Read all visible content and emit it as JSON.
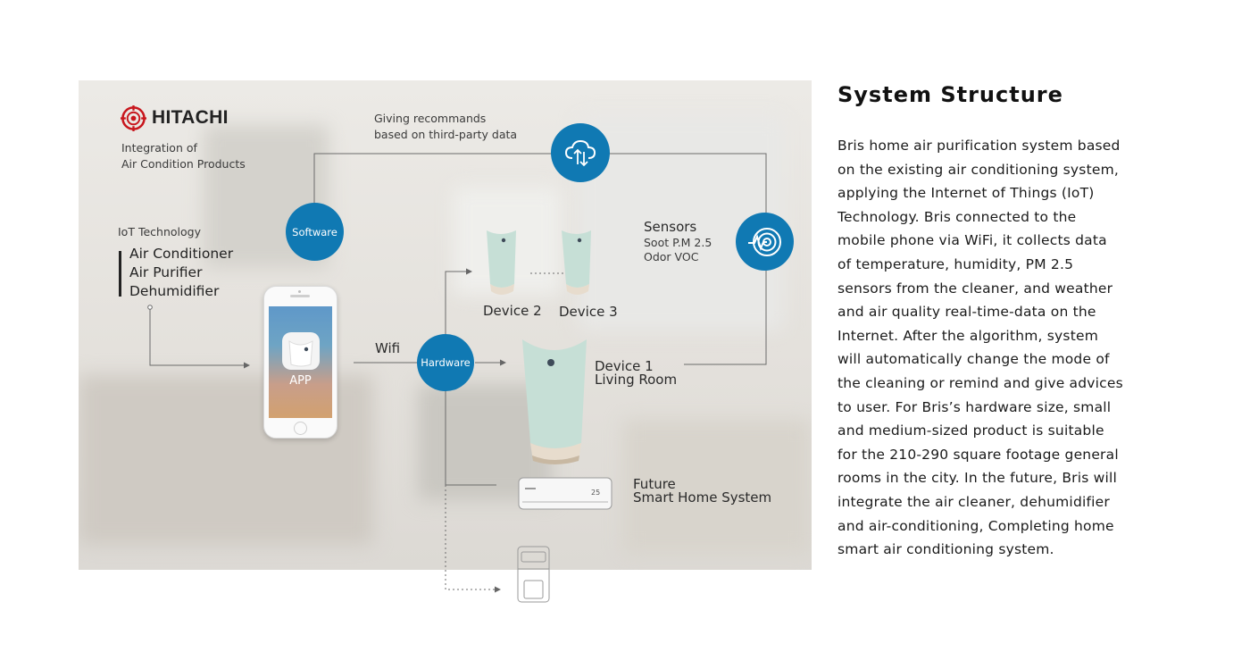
{
  "brand": {
    "name": "HITACHI"
  },
  "subtitle": {
    "line1": "Integration of",
    "line2": "Air Condition Products"
  },
  "iot": {
    "heading": "IoT Technology",
    "items": [
      "Air Conditioner",
      "Air Purifier",
      "Dehumidifier"
    ]
  },
  "cloud_note": {
    "line1": "Giving recommands",
    "line2": "based on third-party data"
  },
  "nodes": {
    "software": "Software",
    "hardware": "Hardware"
  },
  "app_label": "APP",
  "wifi_label": "Wifi",
  "sensors": {
    "title": "Sensors",
    "line1": "Soot P.M 2.5",
    "line2": "Odor VOC"
  },
  "devices": {
    "device2": "Device 2",
    "device3": "Device 3",
    "device1_line1": "Device 1",
    "device1_line2": "Living Room"
  },
  "future": {
    "line1": "Future",
    "line2": "Smart Home System"
  },
  "aircon_display": "25",
  "colors": {
    "accent": "#1079b3",
    "device": "#c6dfd6"
  },
  "icons": {
    "brand": "hitachi-logo-icon",
    "cloud": "cloud-sync-icon",
    "sensor": "sensor-wave-icon"
  },
  "article": {
    "title": "System Structure",
    "lines": [
      "Bris home air purification system based",
      "on the existing air conditioning system,",
      "applying the Internet of Things (IoT)",
      "Technology. Bris connected to the",
      "mobile phone via WiFi, it collects data",
      "of temperature, humidity, PM 2.5",
      "sensors from the cleaner, and weather",
      "and air quality real-time-data on the",
      "Internet. After the algorithm, system",
      "will automatically change the mode of",
      "the cleaning or remind and give advices",
      "to user. For Bris’s hardware size, small",
      "and medium-sized product is suitable",
      "for the 210-290 square footage general",
      "rooms in the city. In the future, Bris will",
      "integrate the air cleaner, dehumidifier",
      "and air-conditioning, Completing home",
      "smart air conditioning system."
    ]
  }
}
